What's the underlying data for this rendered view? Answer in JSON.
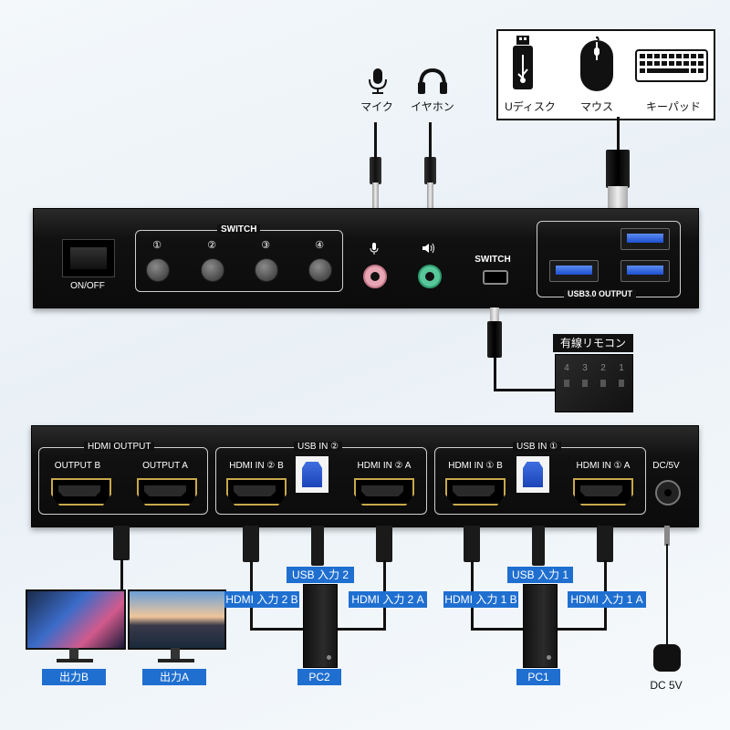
{
  "top_devices": {
    "mic_label": "マイク",
    "earphone_label": "イヤホン",
    "usb_disk_label": "Uディスク",
    "mouse_label": "マウス",
    "keyboard_label": "キーパッド"
  },
  "front_panel": {
    "power_label": "ON/OFF",
    "switch_group_label": "SWITCH",
    "switch_buttons": [
      "①",
      "②",
      "③",
      "④"
    ],
    "switch_port_label": "SWITCH",
    "usb_output_label": "USB3.0 OUTPUT"
  },
  "remote": {
    "label": "有線リモコン",
    "keys": [
      "4",
      "3",
      "2",
      "1"
    ]
  },
  "rear_panel": {
    "hdmi_output_label": "HDMI OUTPUT",
    "output_b": "OUTPUT B",
    "output_a": "OUTPUT A",
    "usb_in_2_label": "USB IN ②",
    "hdmi_in_2b": "HDMI IN ② B",
    "hdmi_in_2a": "HDMI IN ② A",
    "usb_in_1_label": "USB IN ①",
    "hdmi_in_1b": "HDMI IN ① B",
    "hdmi_in_1a": "HDMI IN ① A",
    "dc_label": "DC/5V"
  },
  "bottom_labels": {
    "usb_in_2": "USB 入力 2",
    "hdmi_in_2b": "HDMI 入力 2 B",
    "hdmi_in_2a": "HDMI 入力 2 A",
    "pc2": "PC2",
    "usb_in_1": "USB 入力 1",
    "hdmi_in_1b": "HDMI 入力 1 B",
    "hdmi_in_1a": "HDMI 入力 1 A",
    "pc1": "PC1",
    "output_b": "出力B",
    "output_a": "出力A",
    "dc": "DC 5V"
  },
  "colors": {
    "accent_blue": "#1f6fd0",
    "usb_blue": "#2a5bd7",
    "hdmi_gold": "#c9a84c"
  }
}
